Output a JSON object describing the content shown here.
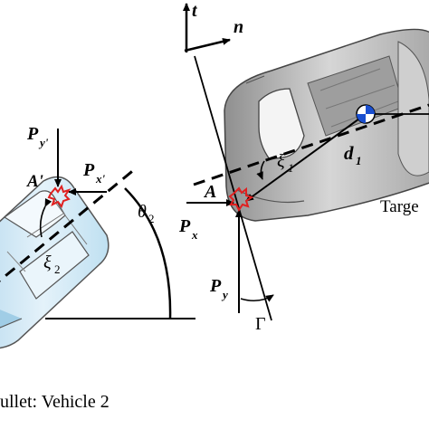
{
  "axes": {
    "t": "t",
    "n": "n"
  },
  "labels": {
    "P": "P",
    "y_prime_sub": "y'",
    "x_prime_sub": "x'",
    "x_sub": "x",
    "y_sub": "y",
    "A_prime": "A'",
    "A": "A",
    "xi": "ξ",
    "xi2_sub": "2",
    "xi1_sub": "1",
    "theta": "θ",
    "theta2_sub": "2",
    "d": "d",
    "d1_sub": "1",
    "Gamma": "Γ"
  },
  "captions": {
    "target": "Targe",
    "bullet": "ullet: Vehicle 2"
  },
  "colors": {
    "impact_mark": "#e02020",
    "bullet_body": "#cfe6f3",
    "target_body": "#b9b9b9",
    "line": "#000000"
  }
}
